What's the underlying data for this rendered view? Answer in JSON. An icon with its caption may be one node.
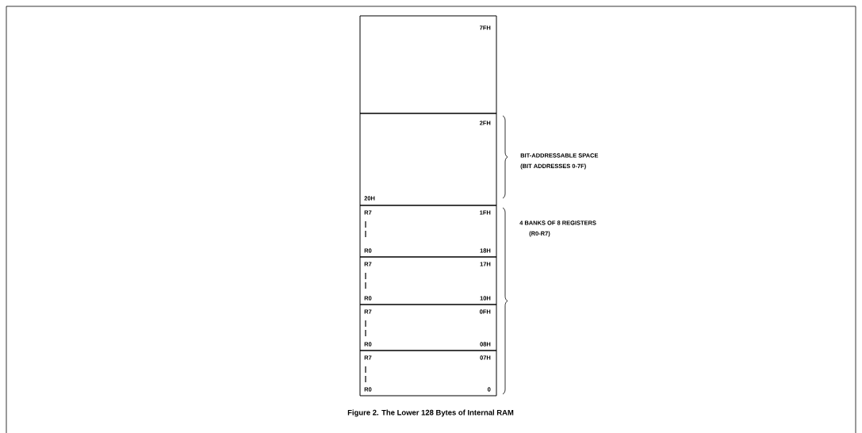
{
  "diagram": {
    "caption": "Figure 2.  The Lower 128 Bytes of Internal RAM",
    "nodes": [
      {
        "text": [
          "7FH"
        ]
      },
      {
        "text": [
          "2FH",
          "20H"
        ]
      },
      {
        "text": [
          "R7",
          "1FH",
          "R0",
          "18H"
        ]
      },
      {
        "text": [
          "R7",
          "17H",
          "R0",
          "10H"
        ]
      },
      {
        "text": [
          "R7",
          "0FH",
          "R0",
          "08H"
        ]
      },
      {
        "text": [
          "R7",
          "07H",
          "R0",
          "0"
        ]
      }
    ],
    "labels": [
      "BIT-ADDRESSABLE SPACE",
      "(BIT ADDRESSES 0-7F)",
      "4 BANKS OF 8 REGISTERS",
      "(R0-R7)"
    ]
  }
}
